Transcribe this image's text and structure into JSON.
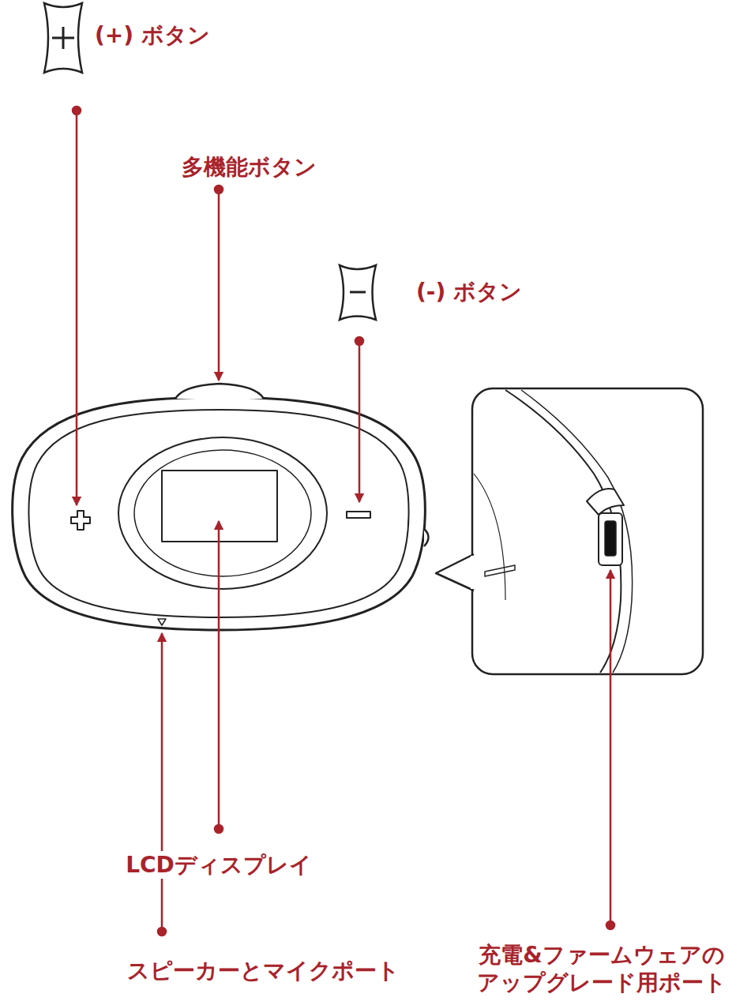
{
  "diagram": {
    "labels": [
      "(+) ボタン",
      "多機能ボタン",
      "(-) ボタン",
      "LCDディスプレイ",
      "スピーカーとマイクポート",
      "充電&ファームウェアの アップグレード用ポート"
    ]
  }
}
